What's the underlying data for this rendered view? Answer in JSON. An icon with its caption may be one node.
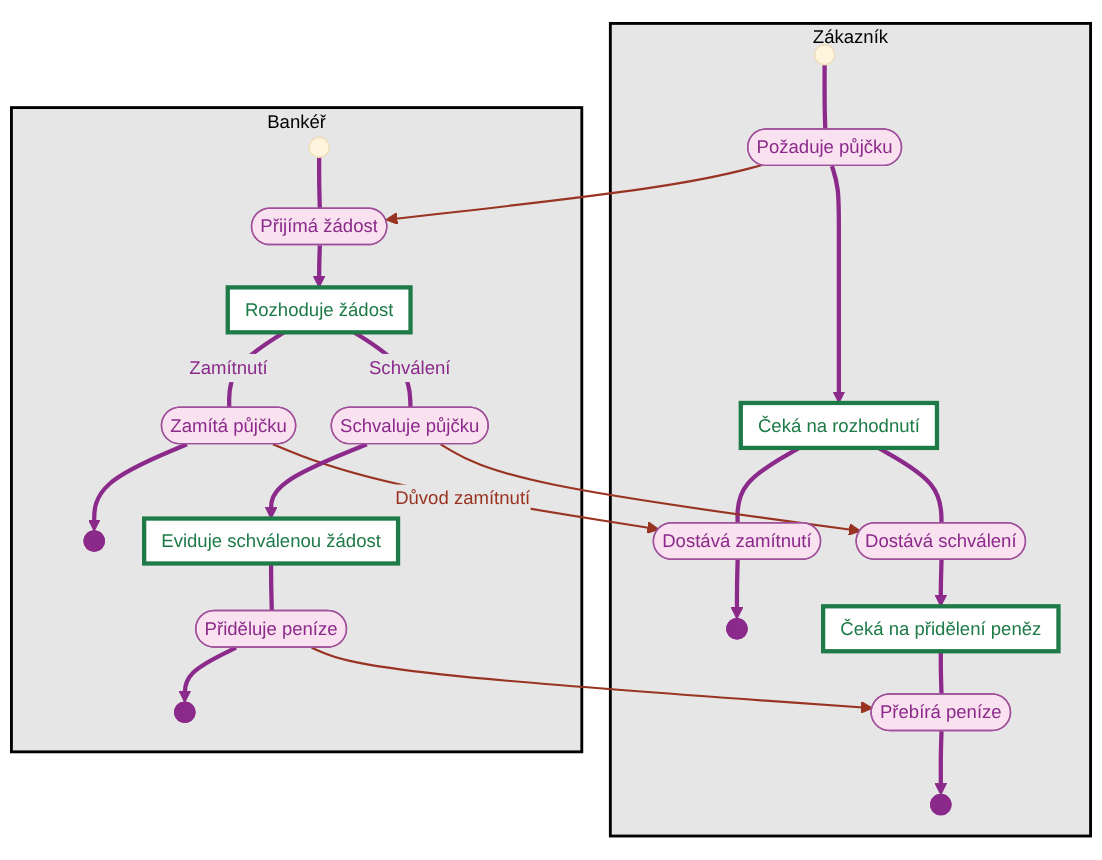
{
  "diagram": {
    "nodes": [
      {
        "text": [
          "Zákazník"
        ]
      },
      {
        "text": [
          "Bankéř"
        ]
      },
      {
        "text": [],
        "shape": "circle",
        "in": 0
      },
      {
        "text": [
          "Požaduje půjčku"
        ],
        "in": 0
      },
      {
        "text": [
          "Čeká na rozhodnutí"
        ],
        "in": 0
      },
      {
        "text": [
          "Dostává schválení"
        ],
        "in": 0
      },
      {
        "text": [
          "Dostává zamítnutí"
        ],
        "in": 0
      },
      {
        "text": [],
        "shape": "bullseye",
        "in": 0
      },
      {
        "text": [
          "Čeká na přidělení peněz"
        ],
        "in": 0
      },
      {
        "text": [
          "Přebírá peníze"
        ],
        "in": 0
      },
      {
        "text": [],
        "shape": "bullseye",
        "in": 0
      },
      {
        "text": [],
        "shape": "circle",
        "in": 1
      },
      {
        "text": [
          "Přijímá žádost"
        ],
        "in": 1
      },
      {
        "text": [
          "Rozhoduje žádost"
        ],
        "in": 1
      },
      {
        "text": [
          "Zamítá půjčku"
        ],
        "in": 1
      },
      {
        "text": [
          "Schvaluje půjčku"
        ],
        "in": 1
      },
      {
        "text": [],
        "shape": "bullseye",
        "in": 1
      },
      {
        "text": [
          "Eviduje schválenou žádost"
        ],
        "in": 1
      },
      {
        "text": [
          "Přiděluje peníze"
        ],
        "in": 1
      },
      {
        "text": [],
        "shape": "bullseye",
        "in": 1
      }
    ],
    "edges": [
      {
        "from": 2,
        "to": 3,
        "arrow": "none"
      },
      {
        "from": 3,
        "to": 4,
        "arrow": "to"
      },
      {
        "from": 4,
        "to": 5,
        "arrow": "none"
      },
      {
        "from": 4,
        "to": 6,
        "arrow": "none"
      },
      {
        "from": 6,
        "to": 7,
        "arrow": "to"
      },
      {
        "from": 5,
        "to": 8,
        "arrow": "to"
      },
      {
        "from": 8,
        "to": 9,
        "arrow": "none"
      },
      {
        "from": 9,
        "to": 10,
        "arrow": "to"
      },
      {
        "from": 3,
        "to": 12,
        "arrow": "to",
        "color": "#993322"
      },
      {
        "from": 11,
        "to": 12,
        "arrow": "none"
      },
      {
        "from": 12,
        "to": 13,
        "arrow": "to"
      },
      {
        "from": 13,
        "to": 14,
        "label": "Zamítnutí",
        "arrow": "none"
      },
      {
        "from": 13,
        "to": 15,
        "label": "Schválení",
        "arrow": "none"
      },
      {
        "from": 14,
        "to": 16,
        "arrow": "to"
      },
      {
        "from": 14,
        "to": 6,
        "label": "Důvod zamítnutí",
        "arrow": "to",
        "color": "#993322"
      },
      {
        "from": 15,
        "to": 5,
        "arrow": "to",
        "color": "#993322"
      },
      {
        "from": 15,
        "to": 17,
        "arrow": "to"
      },
      {
        "from": 17,
        "to": 18,
        "arrow": "none"
      },
      {
        "from": 18,
        "to": 9,
        "arrow": "to",
        "color": "#993322"
      },
      {
        "from": 18,
        "to": 19,
        "arrow": "to"
      }
    ]
  }
}
